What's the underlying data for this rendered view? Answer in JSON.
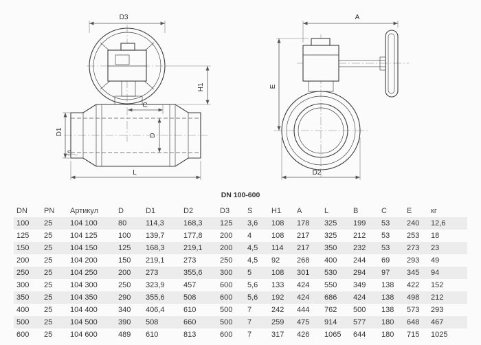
{
  "caption": "DN 100-600",
  "drawing": {
    "labels": {
      "d3": "D3",
      "h1": "H1",
      "c": "C",
      "d1": "D1",
      "d": "D",
      "s": "S",
      "l": "L",
      "a": "A",
      "e": "E",
      "d2": "D2"
    }
  },
  "table": {
    "columns": [
      "DN",
      "PN",
      "Артикул",
      "D",
      "D1",
      "D2",
      "D3",
      "S",
      "H1",
      "A",
      "L",
      "B",
      "C",
      "E",
      "кг"
    ],
    "rows": [
      [
        "100",
        "25",
        "104 100",
        "80",
        "114,3",
        "168,3",
        "125",
        "3,6",
        "108",
        "178",
        "325",
        "199",
        "53",
        "240",
        "12,6"
      ],
      [
        "125",
        "25",
        "104 125",
        "100",
        "139,7",
        "177,8",
        "200",
        "4",
        "108",
        "217",
        "325",
        "212",
        "53",
        "253",
        "18"
      ],
      [
        "150",
        "25",
        "104 150",
        "125",
        "168,3",
        "219,1",
        "200",
        "4,5",
        "114",
        "217",
        "350",
        "232",
        "53",
        "273",
        "23"
      ],
      [
        "200",
        "25",
        "104 200",
        "150",
        "219,1",
        "273",
        "250",
        "4,5",
        "92",
        "268",
        "400",
        "244",
        "69",
        "293",
        "49"
      ],
      [
        "250",
        "25",
        "104 250",
        "200",
        "273",
        "355,6",
        "300",
        "5",
        "108",
        "301",
        "530",
        "294",
        "97",
        "345",
        "94"
      ],
      [
        "300",
        "25",
        "104 300",
        "250",
        "323,9",
        "457",
        "600",
        "5,6",
        "133",
        "424",
        "550",
        "349",
        "138",
        "422",
        "152"
      ],
      [
        "350",
        "25",
        "104 350",
        "290",
        "355,6",
        "508",
        "600",
        "5,6",
        "192",
        "424",
        "686",
        "424",
        "138",
        "498",
        "212"
      ],
      [
        "400",
        "25",
        "104 400",
        "340",
        "406,4",
        "610",
        "500",
        "7",
        "242",
        "444",
        "762",
        "500",
        "138",
        "573",
        "293"
      ],
      [
        "500",
        "25",
        "104 500",
        "390",
        "508",
        "660",
        "500",
        "7",
        "259",
        "475",
        "914",
        "577",
        "180",
        "648",
        "467"
      ],
      [
        "600",
        "25",
        "104 600",
        "489",
        "610",
        "813",
        "600",
        "7",
        "317",
        "426",
        "1065",
        "644",
        "180",
        "715",
        "1025"
      ]
    ]
  },
  "colors": {
    "background": "#fbfbfb",
    "line": "#3b3b3b",
    "dimension_line": "#555555",
    "row_stripe": "#ececec",
    "text": "#333333"
  }
}
